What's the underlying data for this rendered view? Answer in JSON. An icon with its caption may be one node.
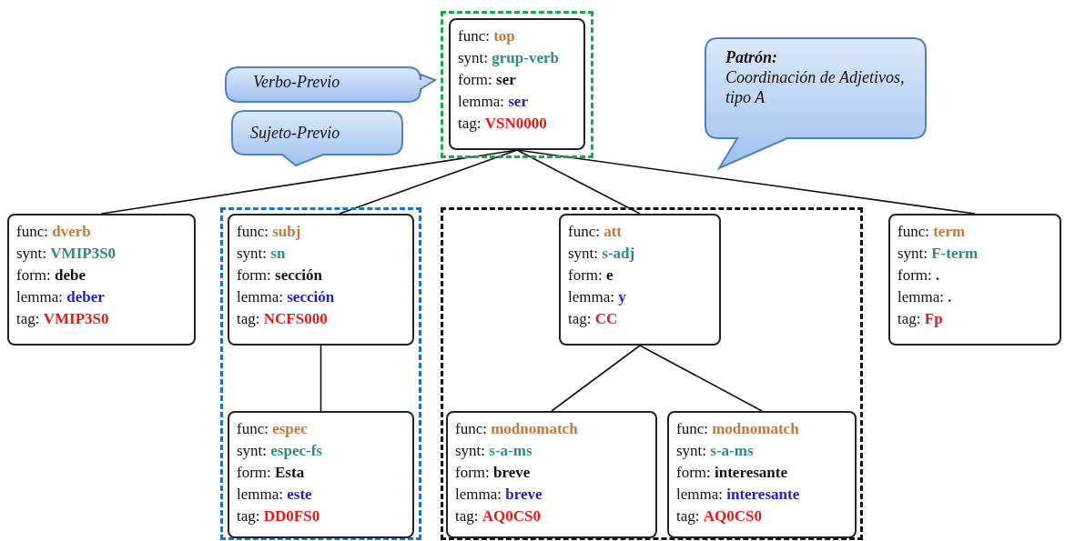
{
  "diagram": {
    "nodes": [
      {
        "text": [],
        "shape": "box"
      },
      {
        "text": [
          "func: **top**",
          "synt: **grup-verb**",
          "form: **ser**",
          "lemma: **ser**",
          "tag: **VSN0000**"
        ],
        "in": 0
      },
      {
        "text": [
          "Verbo-Previo"
        ]
      },
      {
        "text": [
          "Sujeto-Previo"
        ]
      },
      {
        "text": [
          "Patrón:",
          "Coordinación de Adjetivos, tipo A"
        ]
      },
      {
        "text": [
          "func: **dverb**",
          "synt: **VMIP3S0**",
          "form: **debe**",
          "lemma: **deber**",
          "tag: **VMIP3S0**"
        ]
      },
      {
        "text": [],
        "shape": "box"
      },
      {
        "text": [
          "func: **subj**",
          "synt: **sn**",
          "form: **sección**",
          "lemma: **sección**",
          "tag: **NCFS000**"
        ],
        "in": 6
      },
      {
        "text": [
          "func: **espec**",
          "synt: **espec-fs**",
          "form: **Esta**",
          "lemma: **este**",
          "tag: **DD0FS0**"
        ],
        "in": 6
      },
      {
        "text": [],
        "shape": "box"
      },
      {
        "text": [
          "func: **att**",
          "synt: **s-adj**",
          "form: **e**",
          "lemma: **y**",
          "tag: **CC**"
        ],
        "in": 9
      },
      {
        "text": [
          "func: **modnomatch**",
          "synt: **s-a-ms**",
          "form: **breve**",
          "lemma: **breve**",
          "tag: **AQ0CS0**"
        ],
        "in": 9
      },
      {
        "text": [
          "func: **modnomatch**",
          "synt: **s-a-ms**",
          "form: **interesante**",
          "lemma: **interesante**",
          "tag: **AQ0CS0**"
        ],
        "in": 9
      },
      {
        "text": [
          "func: **term**",
          "synt: **F-term**",
          "form: **.**",
          "lemma: **.**",
          "tag: **Fp**"
        ]
      }
    ],
    "edges": [
      {
        "from": 1,
        "to": 5,
        "arrow": "none"
      },
      {
        "from": 1,
        "to": 7,
        "arrow": "none"
      },
      {
        "from": 1,
        "to": 10,
        "arrow": "none"
      },
      {
        "from": 1,
        "to": 13,
        "arrow": "none"
      },
      {
        "from": 7,
        "to": 8,
        "arrow": "none"
      },
      {
        "from": 10,
        "to": 11,
        "arrow": "none"
      },
      {
        "from": 10,
        "to": 12,
        "arrow": "none"
      }
    ]
  }
}
